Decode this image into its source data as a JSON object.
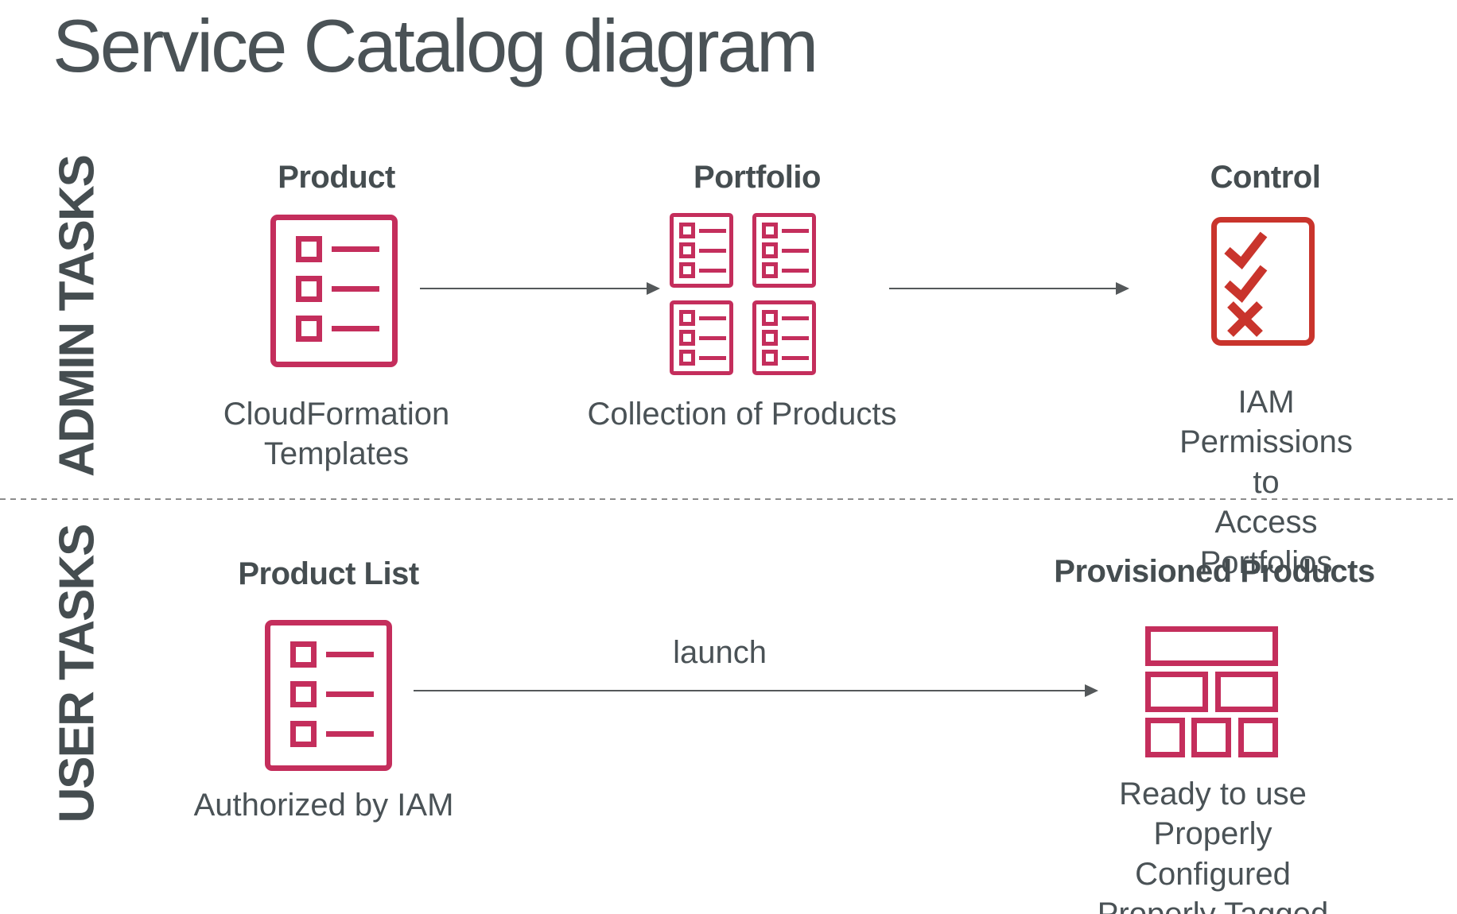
{
  "title": "Service Catalog diagram",
  "colors": {
    "pink": "#C42E5C",
    "red": "#C9342C",
    "text": "#4A5256",
    "heading": "#454D50",
    "arrow": "#54585A",
    "divider": "#8C8C8C"
  },
  "admin": {
    "label": "ADMIN TASKS",
    "product": {
      "title": "Product",
      "caption": "CloudFormation\nTemplates"
    },
    "portfolio": {
      "title": "Portfolio",
      "caption": "Collection of Products"
    },
    "control": {
      "title": "Control",
      "caption": "IAM Permissions to\nAccess Portfolios"
    }
  },
  "user": {
    "label": "USER TASKS",
    "product_list": {
      "title": "Product List",
      "caption": "Authorized by IAM"
    },
    "launch_label": "launch",
    "provisioned": {
      "title": "Provisioned Products",
      "caption": "Ready to use\nProperly Configured\nProperly Tagged"
    }
  }
}
